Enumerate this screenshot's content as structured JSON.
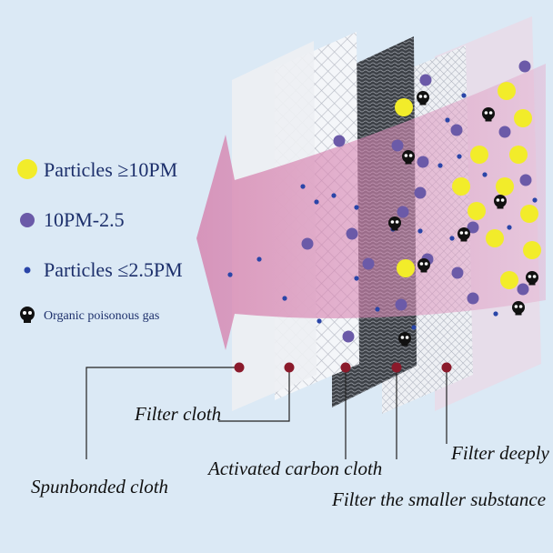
{
  "legend": {
    "items": [
      {
        "label": "Particles ≥10PM",
        "icon": "yellow-particle-icon",
        "color": "#f2ec2a"
      },
      {
        "label": "10PM-2.5",
        "icon": "purple-particle-icon",
        "color": "#6b5aa8"
      },
      {
        "label": "Particles ≤2.5PM",
        "icon": "blue-particle-icon",
        "color": "#2a45a8"
      },
      {
        "label": "Organic poisonous gas",
        "icon": "skull-icon",
        "color": "#111111"
      }
    ]
  },
  "layers": [
    {
      "label": "Spunbonded cloth"
    },
    {
      "label": "Filter cloth"
    },
    {
      "label": "Activated carbon cloth"
    },
    {
      "label": "Filter the smaller substance"
    },
    {
      "label": "Filter deeply"
    }
  ],
  "colors": {
    "background": "#dbe9f5",
    "arrow": "#d886b0",
    "marker": "#8b1a2b"
  }
}
